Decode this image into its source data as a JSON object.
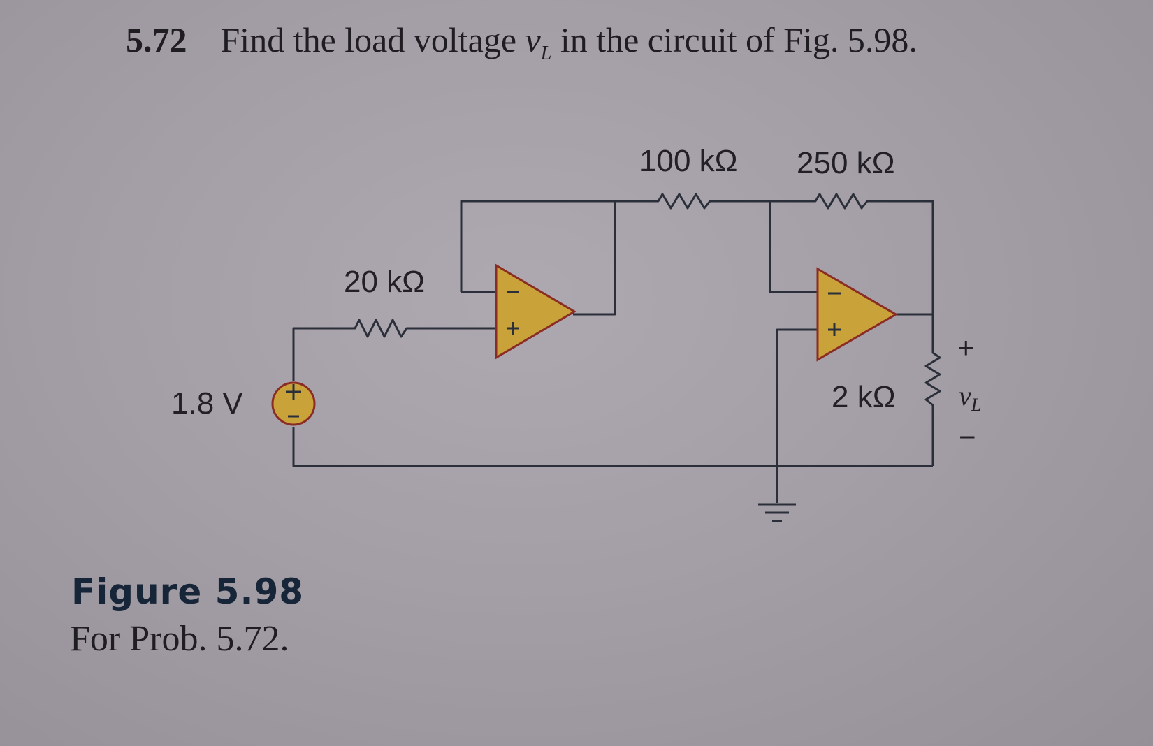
{
  "problem": {
    "number": "5.72",
    "text_before": "Find the load voltage",
    "var_main": "v",
    "var_sub": "L",
    "text_after": "in the circuit of Fig. 5.98."
  },
  "circuit": {
    "r_feedback_1": "100 kΩ",
    "r_feedback_2": "250 kΩ",
    "r_input": "20 kΩ",
    "r_load": "2 kΩ",
    "source_voltage": "1.8 V",
    "plus_sign": "+",
    "minus_sign": "−",
    "vl_label": "v",
    "vl_sub": "L"
  },
  "figure": {
    "caption": "Figure 5.98",
    "subcaption": "For Prob. 5.72."
  },
  "colors": {
    "opamp_fill": "#c9a33a",
    "opamp_stroke": "#8b2c24",
    "wire": "#2a2f3a"
  }
}
